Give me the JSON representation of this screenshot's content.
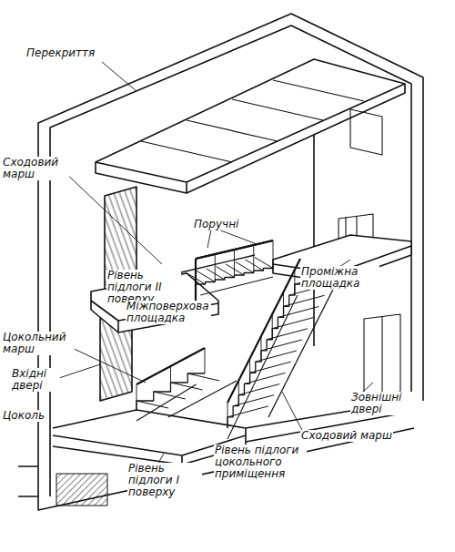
{
  "diagram": {
    "labels": [
      "Перекриття",
      "Сходовий марш",
      "Поручні",
      "Рівень підлоги II поверху",
      "Проміжна площадка",
      "Міжповерхова площадка",
      "Цокольний марш",
      "Вхідні двері",
      "Цоколь",
      "Зовнішні двері",
      "Сходовий марш",
      "Рівень підлоги I поверху",
      "Рівень підлоги цокольного приміщення"
    ]
  }
}
